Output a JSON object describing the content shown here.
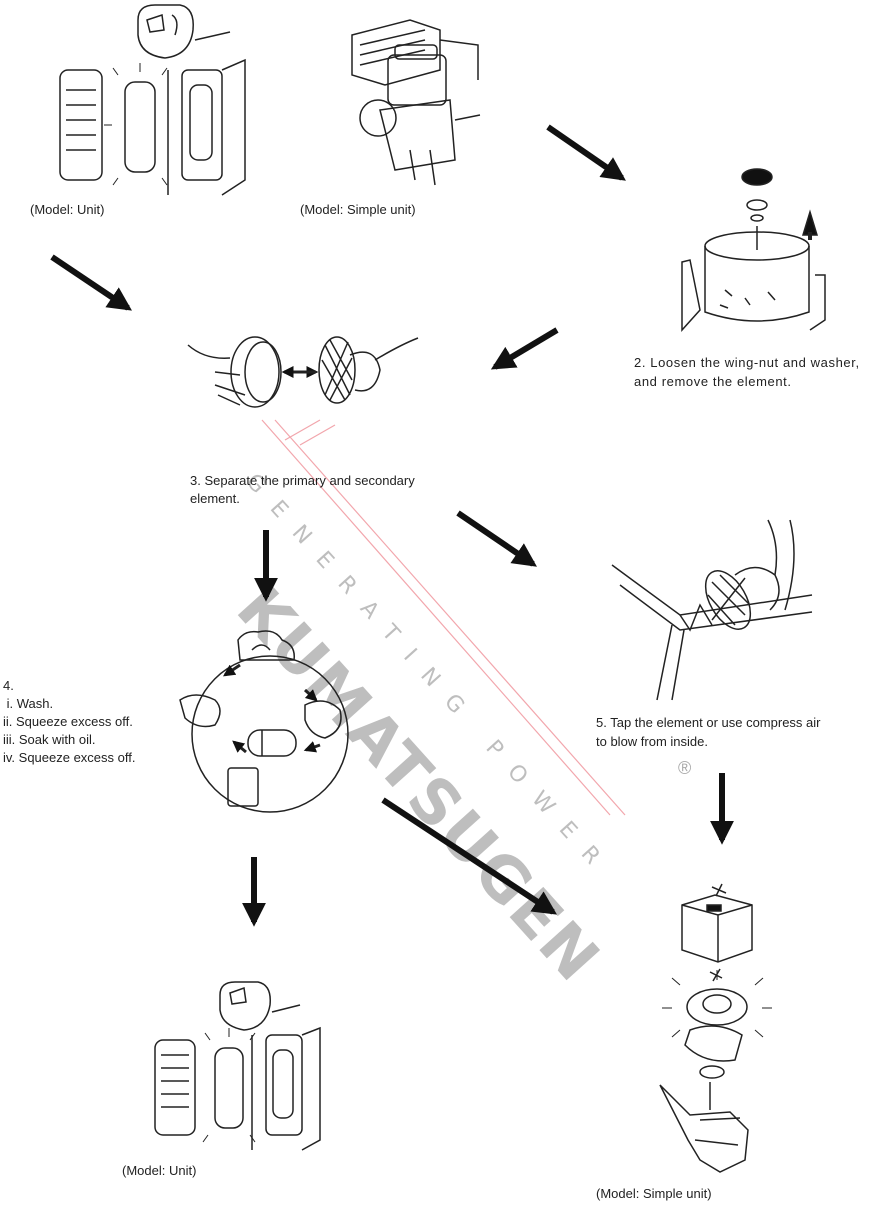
{
  "captions": {
    "model_unit_top": "(Model: Unit)",
    "model_simple_top": "(Model: Simple unit)",
    "step2_line1": "2. Loosen the wing-nut and washer,",
    "step2_line2": "and remove the element.",
    "step3_line1": "3. Separate the primary and secondary",
    "step3_line2": "element.",
    "step4_title": "4.",
    "step4_items": [
      " i. Wash.",
      "ii. Squeeze excess off.",
      "iii. Soak with oil.",
      "iv. Squeeze excess off."
    ],
    "step5_line1": "5. Tap the element or use compress air",
    "step5_line2": "to blow from inside.",
    "model_unit_bottom": "(Model: Unit)",
    "model_simple_bottom": "(Model: Simple unit)"
  },
  "watermark": {
    "brand": "KUMATSUGEN",
    "tagline": "GENERATING POWER",
    "registered": "®",
    "color": "#8a8a8a",
    "accent": "#e33b4a"
  },
  "icons": [
    "unit-air-cleaner-icon",
    "simple-engine-icon",
    "wing-nut-element-icon",
    "separate-elements-icon",
    "wash-cycle-icon",
    "tap-element-icon",
    "reassembled-simple-unit-icon",
    "arrow-icon"
  ]
}
